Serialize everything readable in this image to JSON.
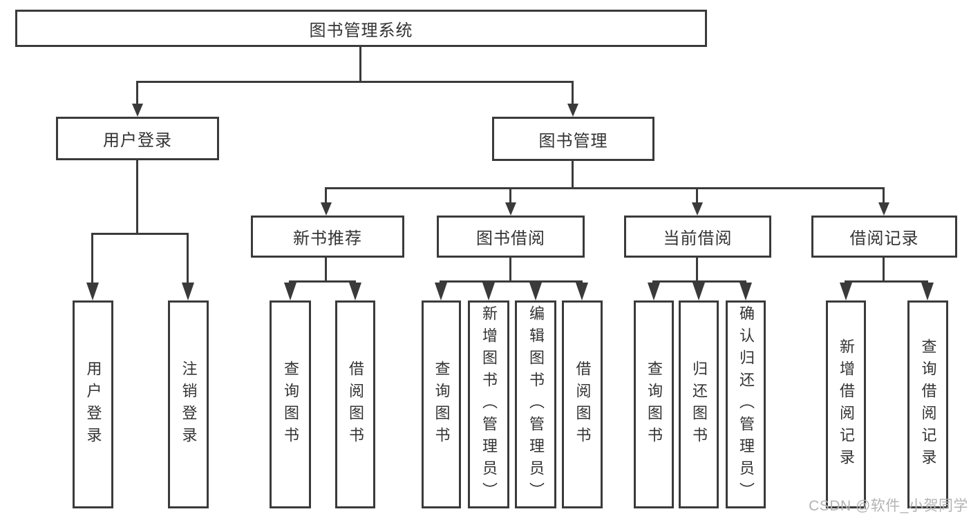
{
  "diagram": {
    "root": {
      "label": "图书管理系统"
    },
    "branches": [
      {
        "label": "用户登录",
        "children": [
          "用户登录",
          "注销登录"
        ]
      },
      {
        "label": "图书管理",
        "children": [
          {
            "label": "新书推荐",
            "children": [
              "查询图书",
              "借阅图书"
            ]
          },
          {
            "label": "图书借阅",
            "children": [
              "查询图书",
              "新增图书（管理员）",
              "编辑图书（管理员）",
              "借阅图书"
            ]
          },
          {
            "label": "当前借阅",
            "children": [
              "查询图书",
              "归还图书",
              "确认归还（管理员）"
            ]
          },
          {
            "label": "借阅记录",
            "children": [
              "新增借阅记录",
              "查询借阅记录"
            ]
          }
        ]
      }
    ]
  },
  "watermark": {
    "text": "CSDN @软件_小贺同学"
  },
  "colors": {
    "line": "#3a3a3a",
    "text": "#333333",
    "background": "#ffffff",
    "watermark": "#b3b3b3"
  }
}
